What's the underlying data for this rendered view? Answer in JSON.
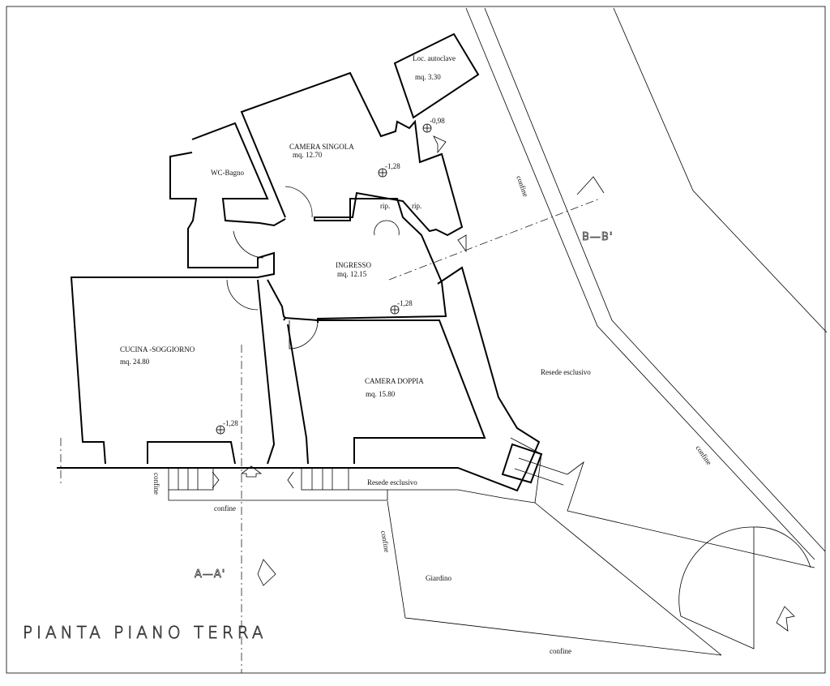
{
  "title": "PIANTA PIANO TERRA",
  "sections": {
    "a": "A—A'",
    "b": "B—B'"
  },
  "rooms": [
    {
      "name": "CAMERA SINGOLA",
      "area": "mq. 12.70"
    },
    {
      "name": "Loc. autoclave",
      "area": "mq. 3.30"
    },
    {
      "name": "WC-Bagno"
    },
    {
      "name": "INGRESSO",
      "area": "mq. 12.15"
    },
    {
      "name": "CUCINA -SOGGIORNO",
      "area": "mq. 24.80"
    },
    {
      "name": "CAMERA DOPPIA",
      "area": "mq. 15.80"
    },
    {
      "name": "rip."
    },
    {
      "name": "rip."
    }
  ],
  "levels": [
    "-0,98",
    "-1,28",
    "-1,28",
    "-1,28"
  ],
  "areas": {
    "resede1": "Resede esclusivo",
    "resede2": "Resede esclusivo",
    "giardino": "Giardino"
  },
  "confine": [
    "confine",
    "confine",
    "confine",
    "confine",
    "confine",
    "confine"
  ]
}
